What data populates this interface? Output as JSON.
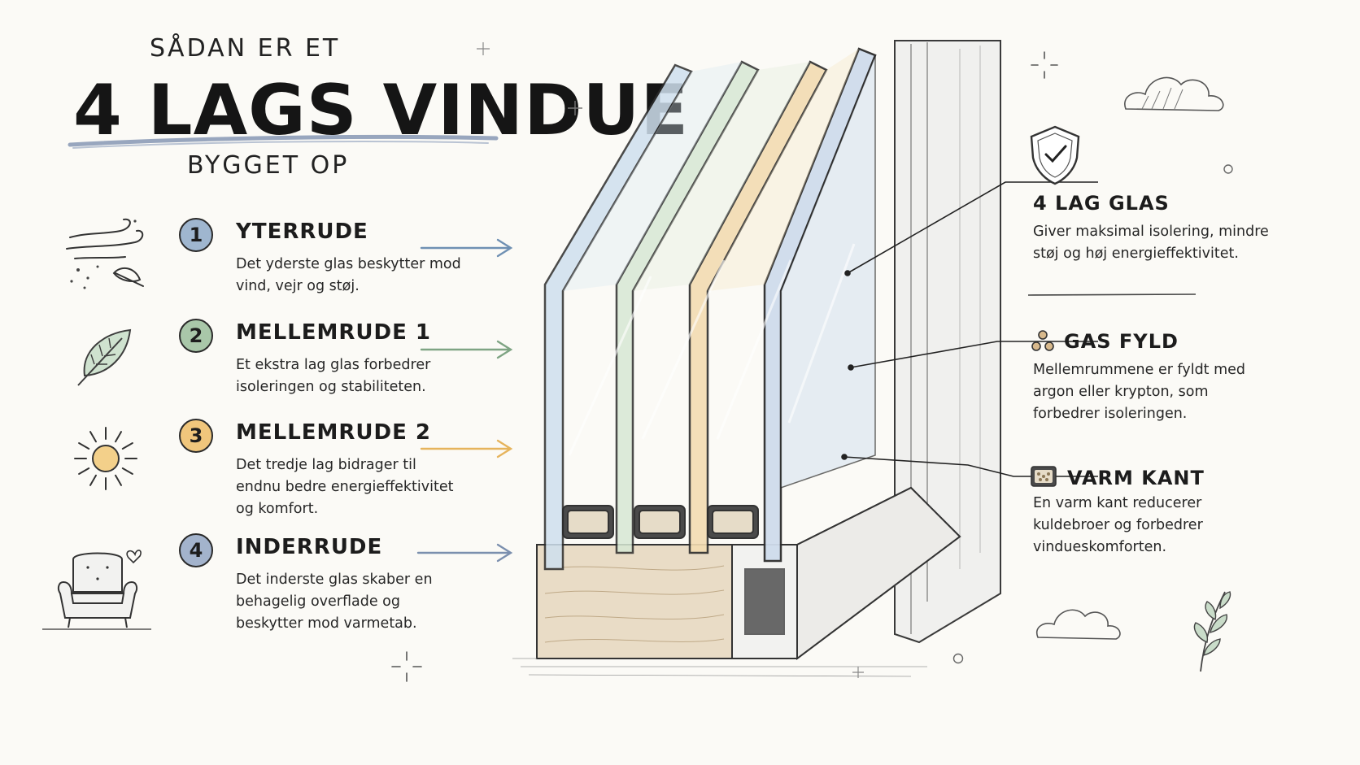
{
  "header": {
    "line1": "SÅDAN ER ET",
    "title": "4 LAGS VINDUE",
    "line2": "BYGGET OP"
  },
  "steps": [
    {
      "number": "1",
      "title": "YTERRUDE",
      "text": "Det yderste glas beskytter mod vind, vejr og støj.",
      "color": "#9fb6cf",
      "arrow_color": "#6f90b3",
      "icon": "wind-icon"
    },
    {
      "number": "2",
      "title": "MELLEMRUDE 1",
      "text": "Et ekstra lag glas forbedrer isoleringen og stabiliteten.",
      "color": "#a9c7a9",
      "arrow_color": "#7ea483",
      "icon": "leaf-icon"
    },
    {
      "number": "3",
      "title": "MELLEMRUDE 2",
      "text": "Det tredje lag bidrager til endnu bedre energieffektivitet og komfort.",
      "color": "#f0c67c",
      "arrow_color": "#e6b45c",
      "icon": "sun-icon"
    },
    {
      "number": "4",
      "title": "INDERRUDE",
      "text": "Det inderste glas skaber en behagelig overflade og beskytter mod varmetab.",
      "color": "#a3b3cc",
      "arrow_color": "#7b8fae",
      "icon": "armchair-icon"
    }
  ],
  "info": [
    {
      "title": "4 LAG GLAS",
      "text": "Giver maksimal isolering, mindre støj og høj energieffektivitet.",
      "icon": "shield-check-icon"
    },
    {
      "title": "GAS FYLD",
      "text": "Mellemrummene er fyldt med argon eller krypton, som forbedrer isoleringen.",
      "icon": "gas-bubbles-icon"
    },
    {
      "title": "VARM KANT",
      "text": "En varm kant reducerer kuldebroer og forbedrer vindueskomforten.",
      "icon": "warm-edge-icon"
    }
  ],
  "colors": {
    "pane_blue": "#cfe0ee",
    "pane_green": "#d7e8d5",
    "pane_amber": "#f3dcb2",
    "wood": "#e9dcc6",
    "frame": "#f2f2f0",
    "ink": "#1c1c1c"
  },
  "decor": [
    "cloud-icon",
    "sparkle-icon",
    "plant-icon"
  ]
}
